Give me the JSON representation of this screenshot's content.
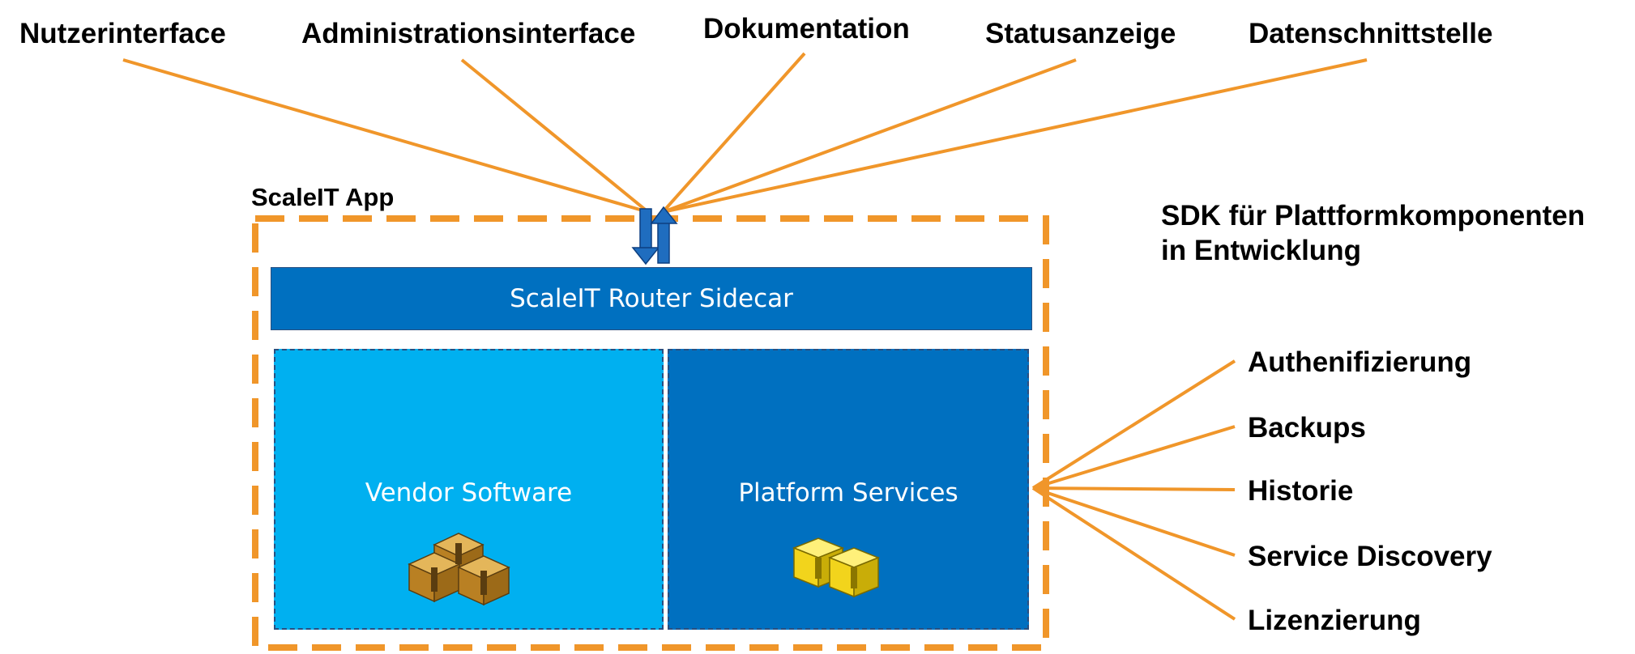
{
  "top_labels": [
    "Nutzerinterface",
    "Administrationsinterface",
    "Dokumentation",
    "Statusanzeige",
    "Datenschnittstelle"
  ],
  "app_title": "ScaleIT App",
  "router_label": "ScaleIT Router Sidecar",
  "vendor": {
    "label": "Vendor Software",
    "icon": "cardboard-boxes-icon"
  },
  "platform": {
    "label": "Platform Services",
    "icon": "yellow-boxes-icon"
  },
  "sdk_heading": {
    "line1": "SDK für Plattformkomponenten",
    "line2": "in Entwicklung"
  },
  "right_labels": [
    "Authenifizierung",
    "Backups",
    "Historie",
    "Service Discovery",
    "Lizenzierung"
  ],
  "colors": {
    "orange": "#F0962A",
    "dark_blue": "#0070C0",
    "light_blue": "#00B0F0",
    "arrow_blue": "#1F6DBF",
    "vendor_box": "#C8902F",
    "platform_box": "#F4DB16"
  }
}
